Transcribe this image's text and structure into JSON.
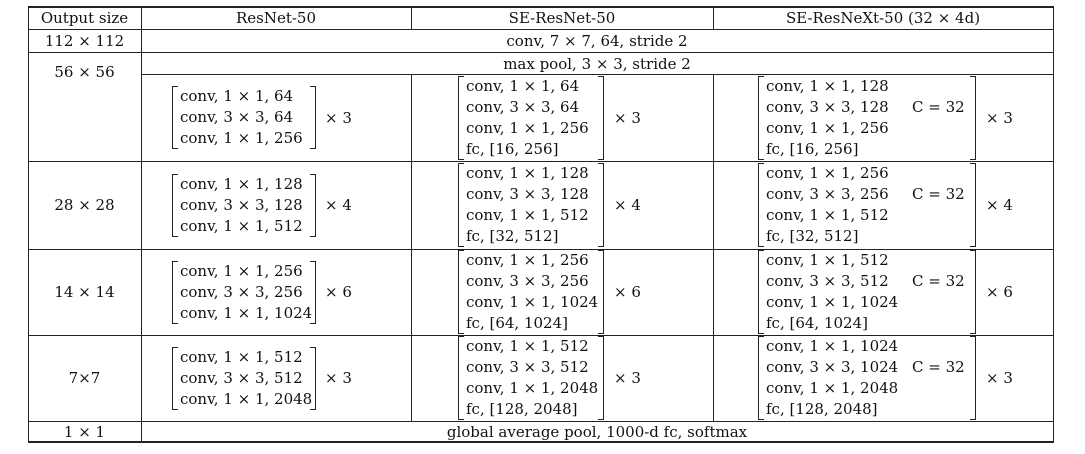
{
  "table": {
    "headers": [
      "Output size",
      "ResNet-50",
      "SE-ResNet-50",
      "SE-ResNeXt-50 (32 × 4d)"
    ],
    "stem": {
      "size": "112 × 112",
      "conv": "conv, 7 × 7, 64, stride 2"
    },
    "pool": {
      "size": "56 × 56",
      "text": "max pool, 3 × 3, stride 2"
    },
    "stages": [
      {
        "size": "56 × 56",
        "resnet": {
          "lines": [
            "conv, 1 × 1, 64",
            "conv, 3 × 3, 64",
            "conv, 1 × 1, 256"
          ],
          "repeat": "× 3"
        },
        "se_resnet": {
          "lines": [
            "conv, 1 × 1, 64",
            "conv, 3 × 3, 64",
            "conv, 1 × 1, 256",
            "fc, [16, 256]"
          ],
          "repeat": "× 3"
        },
        "se_resnext": {
          "lines": [
            "conv, 1 × 1, 128",
            "conv, 3 × 3, 128",
            "conv, 1 × 1, 256",
            "fc, [16, 256]"
          ],
          "cardinality": "C = 32",
          "repeat": "× 3"
        }
      },
      {
        "size": "28 × 28",
        "resnet": {
          "lines": [
            "conv, 1 × 1, 128",
            "conv, 3 × 3, 128",
            "conv, 1 × 1, 512"
          ],
          "repeat": "× 4"
        },
        "se_resnet": {
          "lines": [
            "conv, 1 × 1, 128",
            "conv, 3 × 3, 128",
            "conv, 1 × 1, 512",
            "fc, [32, 512]"
          ],
          "repeat": "× 4"
        },
        "se_resnext": {
          "lines": [
            "conv, 1 × 1, 256",
            "conv, 3 × 3, 256",
            "conv, 1 × 1, 512",
            "fc, [32, 512]"
          ],
          "cardinality": "C = 32",
          "repeat": "× 4"
        }
      },
      {
        "size": "14 × 14",
        "resnet": {
          "lines": [
            "conv, 1 × 1, 256",
            "conv, 3 × 3, 256",
            "conv, 1 × 1, 1024"
          ],
          "repeat": "× 6"
        },
        "se_resnet": {
          "lines": [
            "conv, 1 × 1, 256",
            "conv, 3 × 3, 256",
            "conv, 1 × 1, 1024",
            "fc, [64, 1024]"
          ],
          "repeat": "× 6"
        },
        "se_resnext": {
          "lines": [
            "conv, 1 × 1, 512",
            "conv, 3 × 3, 512",
            "conv, 1 × 1, 1024",
            "fc, [64, 1024]"
          ],
          "cardinality": "C = 32",
          "repeat": "× 6"
        }
      },
      {
        "size": "7×7",
        "resnet": {
          "lines": [
            "conv, 1 × 1, 512",
            "conv, 3 × 3, 512",
            "conv, 1 × 1, 2048"
          ],
          "repeat": "× 3"
        },
        "se_resnet": {
          "lines": [
            "conv, 1 × 1, 512",
            "conv, 3 × 3, 512",
            "conv, 1 × 1, 2048",
            "fc, [128, 2048]"
          ],
          "repeat": "× 3"
        },
        "se_resnext": {
          "lines": [
            "conv, 1 × 1, 1024",
            "conv, 3 × 3, 1024",
            "conv, 1 × 1, 2048",
            "fc, [128, 2048]"
          ],
          "cardinality": "C = 32",
          "repeat": "× 3"
        }
      }
    ],
    "final": {
      "size": "1 × 1",
      "text": "global average pool, 1000-d fc, softmax"
    }
  }
}
